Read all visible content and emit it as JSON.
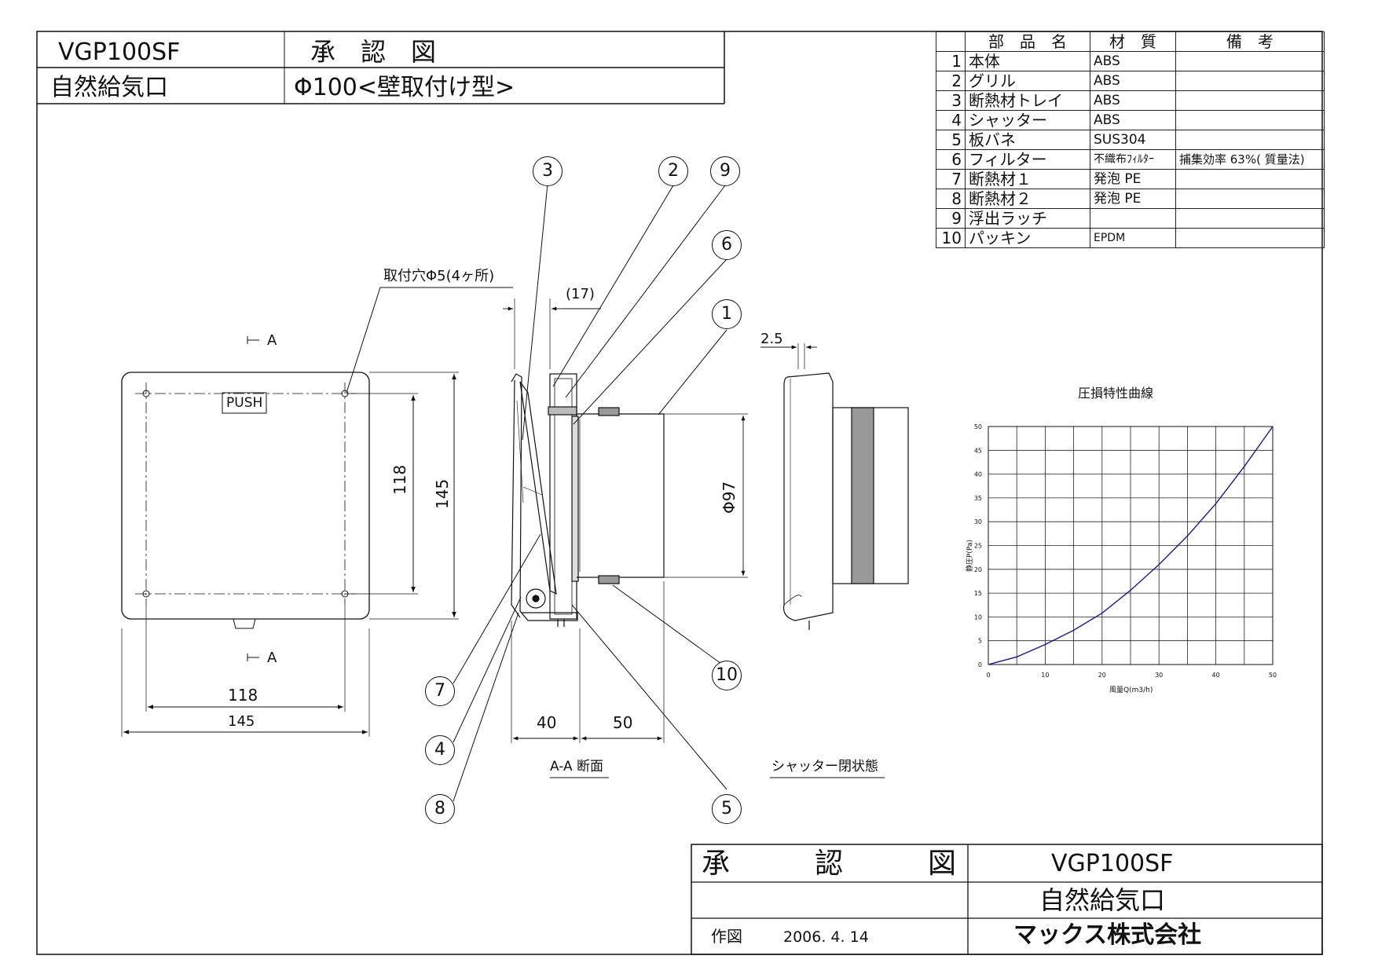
{
  "header": {
    "model": "VGP100SF",
    "doc_type": "承　認　図",
    "product": "自然給気口",
    "spec": "Φ100<壁取付け型>"
  },
  "parts_table": {
    "headers": [
      "",
      "部　品　名",
      "材　質",
      "備　考"
    ],
    "rows": [
      {
        "no": "1",
        "name": "本体",
        "material": "ABS",
        "note": ""
      },
      {
        "no": "2",
        "name": "グリル",
        "material": "ABS",
        "note": ""
      },
      {
        "no": "3",
        "name": "断熱材トレイ",
        "material": "ABS",
        "note": ""
      },
      {
        "no": "4",
        "name": "シャッター",
        "material": "ABS",
        "note": ""
      },
      {
        "no": "5",
        "name": "板バネ",
        "material": "SUS304",
        "note": ""
      },
      {
        "no": "6",
        "name": "フィルター",
        "material": "不織布ﾌｨﾙﾀｰ",
        "note": "捕集効率 63%( 質量法)"
      },
      {
        "no": "7",
        "name": "断熱材１",
        "material": "発泡 PE",
        "note": ""
      },
      {
        "no": "8",
        "name": "断熱材２",
        "material": "発泡 PE",
        "note": ""
      },
      {
        "no": "9",
        "name": "浮出ラッチ",
        "material": "",
        "note": ""
      },
      {
        "no": "10",
        "name": "パッキン",
        "material": "EPDM",
        "note": ""
      }
    ]
  },
  "front_view": {
    "hole_label": "取付穴Φ5(4ヶ所)",
    "push_label": "PUSH",
    "section_mark_top": "A",
    "section_mark_bottom": "A",
    "dim_inner_h": "118",
    "dim_outer_h": "145",
    "dim_inner_w": "118",
    "dim_outer_w": "145"
  },
  "section_view": {
    "dim_top": "(17)",
    "dim_depth_front": "40",
    "dim_depth_back": "50",
    "dim_diameter": "Φ97",
    "caption": "A-A 断面",
    "callouts": [
      "3",
      "2",
      "9",
      "6",
      "1",
      "7",
      "4",
      "8",
      "5",
      "10"
    ]
  },
  "closed_view": {
    "dim_gap": "2.5",
    "caption": "シャッター閉状態"
  },
  "chart_data": {
    "type": "line",
    "title": "圧損特性曲線",
    "xlabel": "風量Q(m3/h)",
    "ylabel": "静圧P(Pa)",
    "xlim": [
      0,
      50
    ],
    "ylim": [
      0,
      50
    ],
    "x_ticks": [
      "0",
      "10",
      "20",
      "30",
      "40",
      "50"
    ],
    "y_ticks": [
      "0",
      "5",
      "10",
      "15",
      "20",
      "25",
      "30",
      "35",
      "40",
      "45",
      "50"
    ],
    "grid": true,
    "color": "#1a1a8c",
    "series": [
      {
        "x": [
          0,
          5,
          10,
          15,
          20,
          25,
          30,
          35,
          40,
          45,
          50
        ],
        "y": [
          0,
          1.6,
          4.2,
          7.2,
          10.8,
          15.6,
          21.0,
          27.0,
          33.8,
          41.6,
          50.0
        ]
      }
    ]
  },
  "title_block": {
    "approval": "承　　　認　　　図",
    "model": "VGP100SF",
    "product": "自然給気口",
    "drawn_label": "作図",
    "drawn_date": "2006. 4. 14",
    "company": "マックス株式会社"
  }
}
